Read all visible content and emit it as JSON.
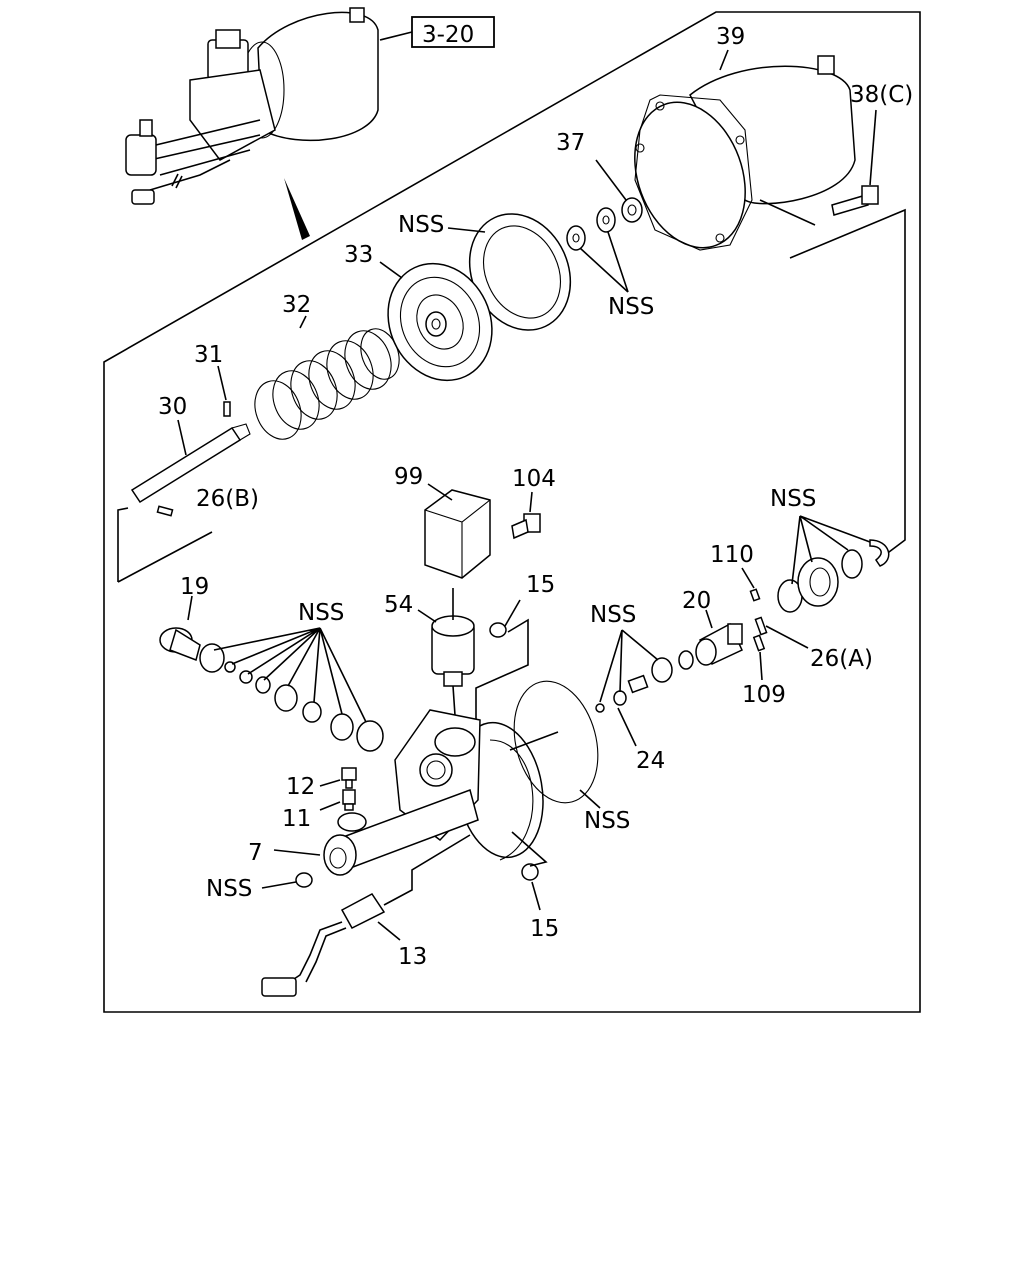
{
  "ref_box": "3-20",
  "labels": {
    "p39": "39",
    "p38c": "38(C)",
    "p37": "37",
    "nss_top": "NSS",
    "nss_washers": "NSS",
    "p33": "33",
    "p32": "32",
    "p31": "31",
    "p30": "30",
    "p26b": "26(B)",
    "p99": "99",
    "p104": "104",
    "nss_right": "NSS",
    "p110": "110",
    "p20": "20",
    "p26a": "26(A)",
    "p109": "109",
    "p19": "19",
    "nss_left": "NSS",
    "p54": "54",
    "p15_top": "15",
    "nss_mid": "NSS",
    "p24": "24",
    "nss_gasket": "NSS",
    "p12": "12",
    "p11": "11",
    "p7": "7",
    "nss_plug": "NSS",
    "p15_bottom": "15",
    "p13": "13"
  }
}
